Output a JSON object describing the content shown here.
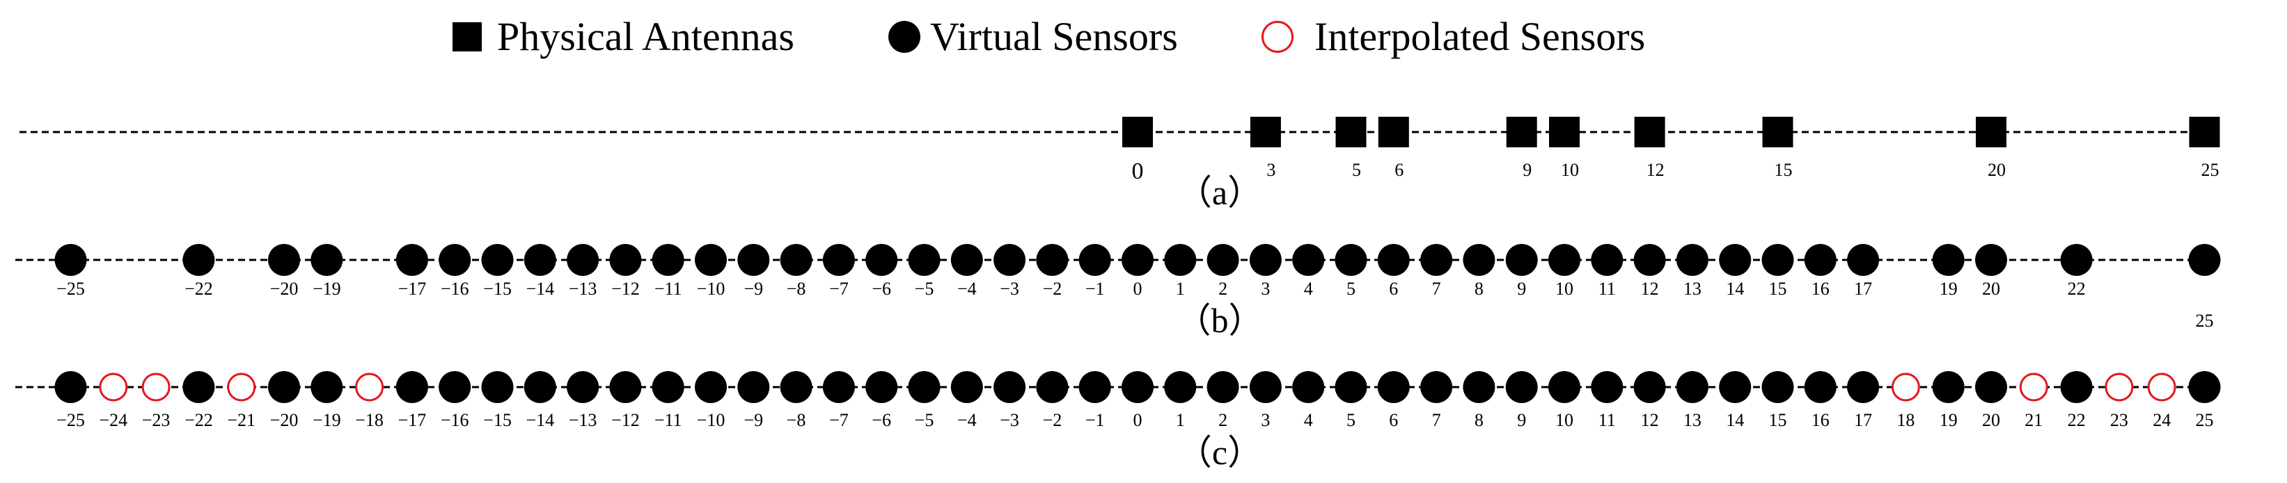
{
  "legend": [
    {
      "marker": "square",
      "label": "Physical Antennas"
    },
    {
      "marker": "dot",
      "label": "Virtual Sensors"
    },
    {
      "marker": "ring",
      "label": "Interpolated Sensors"
    }
  ],
  "colors": {
    "marker": "#000000",
    "interpolated": "#e8141c",
    "line": "#000000"
  },
  "rows": [
    {
      "caption": "（a）",
      "marker": "square",
      "positions": [
        0,
        3,
        5,
        6,
        9,
        10,
        12,
        15,
        20,
        25
      ],
      "labels": [
        "0",
        "3",
        "5",
        "6",
        "9",
        "10",
        "12",
        "15",
        "20",
        "25"
      ]
    },
    {
      "caption": "（b）",
      "marker": "dot",
      "positions": [
        -25,
        -22,
        -20,
        -19,
        -17,
        -16,
        -15,
        -14,
        -13,
        -12,
        -11,
        -10,
        -9,
        -8,
        -7,
        -6,
        -5,
        -4,
        -3,
        -2,
        -1,
        0,
        1,
        2,
        3,
        4,
        5,
        6,
        7,
        8,
        9,
        10,
        11,
        12,
        13,
        14,
        15,
        16,
        17,
        19,
        20,
        22,
        25
      ],
      "labels": [
        "−25",
        "−22",
        "−20",
        "−19",
        "−17",
        "−16",
        "−15",
        "−14",
        "−13",
        "−12",
        "−11",
        "−10",
        "−9",
        "−8",
        "−7",
        "−6",
        "−5",
        "−4",
        "−3",
        "−2",
        "−1",
        "0",
        "1",
        "2",
        "3",
        "4",
        "5",
        "6",
        "7",
        "8",
        "9",
        "10",
        "11",
        "12",
        "13",
        "14",
        "15",
        "16",
        "17",
        "19",
        "20",
        "22",
        "25"
      ]
    },
    {
      "caption": "（c）",
      "marker": "dot",
      "positions": [
        -25,
        -22,
        -20,
        -19,
        -17,
        -16,
        -15,
        -14,
        -13,
        -12,
        -11,
        -10,
        -9,
        -8,
        -7,
        -6,
        -5,
        -4,
        -3,
        -2,
        -1,
        0,
        1,
        2,
        3,
        4,
        5,
        6,
        7,
        8,
        9,
        10,
        11,
        12,
        13,
        14,
        15,
        16,
        17,
        19,
        20,
        22,
        25
      ],
      "interpolated": [
        -24,
        -23,
        -21,
        -18,
        18,
        21,
        23,
        24
      ],
      "labels": [
        "−25",
        "−24",
        "−23",
        "−22",
        "−21",
        "−20",
        "−19",
        "−18",
        "−17",
        "−16",
        "−15",
        "−14",
        "−13",
        "−12",
        "−11",
        "−10",
        "−9",
        "−8",
        "−7",
        "−6",
        "−5",
        "−4",
        "−3",
        "−2",
        "−1",
        "0",
        "1",
        "2",
        "3",
        "4",
        "5",
        "6",
        "7",
        "8",
        "9",
        "10",
        "11",
        "12",
        "13",
        "14",
        "15",
        "16",
        "17",
        "18",
        "19",
        "20",
        "21",
        "22",
        "23",
        "24",
        "25"
      ]
    }
  ]
}
